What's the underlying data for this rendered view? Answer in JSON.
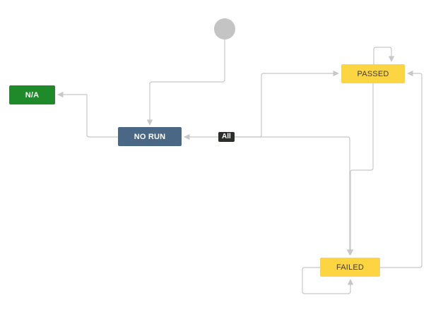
{
  "diagram": {
    "start": {
      "icon": "start-circle"
    },
    "states": {
      "na": "N/A",
      "no_run": "NO RUN",
      "passed": "PASSED",
      "failed": "FAILED"
    },
    "global_transition_badge": "All",
    "transitions": [
      {
        "from": "start",
        "to": "NO RUN"
      },
      {
        "from": "NO RUN",
        "to": "N/A"
      },
      {
        "from": "All",
        "to": "NO RUN"
      },
      {
        "from": "All",
        "to": "PASSED"
      },
      {
        "from": "All",
        "to": "FAILED"
      },
      {
        "from": "PASSED",
        "to": "PASSED"
      },
      {
        "from": "PASSED",
        "to": "FAILED"
      },
      {
        "from": "FAILED",
        "to": "PASSED"
      },
      {
        "from": "FAILED",
        "to": "FAILED"
      }
    ],
    "colors": {
      "connector": "#c7c7c7",
      "start": "#c4c4c4",
      "na": "#1f8a2a",
      "no_run": "#4a6886",
      "passed": "#fdd441",
      "failed": "#fdd441",
      "badge": "#2b2e2b"
    }
  }
}
